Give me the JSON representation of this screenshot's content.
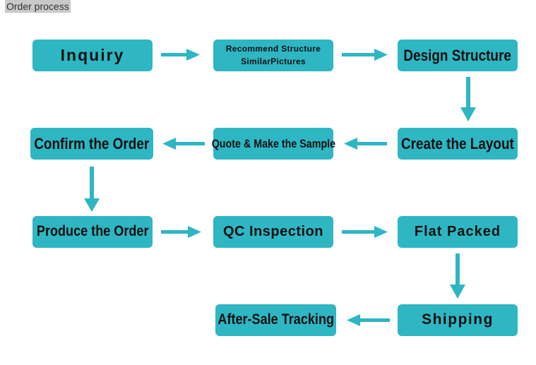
{
  "page": {
    "title": "Order process"
  },
  "steps": {
    "inquiry": "Inquiry",
    "recommend_line1": "Recommend Structure",
    "recommend_line2": "SimilarPictures",
    "design": "Design Structure",
    "layout": "Create the Layout",
    "quote": "Quote & Make the Sample",
    "confirm": "Confirm the Order",
    "produce": "Produce the Order",
    "qc": "QC Inspection",
    "flat": "Flat Packed",
    "shipping": "Shipping",
    "aftersale": "After-Sale Tracking"
  },
  "colors": {
    "box": "#2eb6c3",
    "arrow": "#2eb6c3",
    "text": "#111111"
  }
}
